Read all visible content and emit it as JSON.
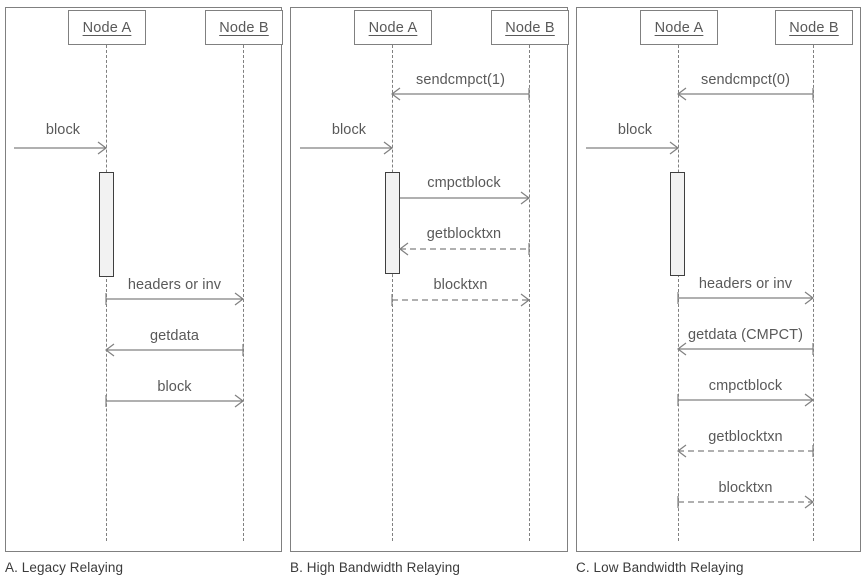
{
  "diagram": {
    "title_present": false,
    "colors": {
      "stroke": "#808080",
      "text": "#595959",
      "caption_text": "#3b3b3b",
      "activation_fill": "#f2f2f2",
      "activation_border": "#3f3f3f",
      "background": "#ffffff"
    },
    "panels": [
      {
        "id": "panel-a",
        "caption": "A. Legacy Relaying",
        "participants": [
          {
            "id": "node-a",
            "label": "Node A"
          },
          {
            "id": "node-b",
            "label": "Node B"
          }
        ],
        "messages": [
          {
            "label": "block",
            "from": "external",
            "to": "node-a",
            "style": "solid",
            "direction": "right"
          },
          {
            "label": "headers or inv",
            "from": "node-a",
            "to": "node-b",
            "style": "solid",
            "direction": "right"
          },
          {
            "label": "getdata",
            "from": "node-b",
            "to": "node-a",
            "style": "solid",
            "direction": "left"
          },
          {
            "label": "block",
            "from": "node-b",
            "to": "node-a",
            "style": "solid",
            "direction": "right"
          }
        ]
      },
      {
        "id": "panel-b",
        "caption": "B. High Bandwidth Relaying",
        "participants": [
          {
            "id": "node-a",
            "label": "Node A"
          },
          {
            "id": "node-b",
            "label": "Node B"
          }
        ],
        "messages": [
          {
            "label": "sendcmpct(1)",
            "from": "node-b",
            "to": "node-a",
            "style": "solid",
            "direction": "left"
          },
          {
            "label": "block",
            "from": "external",
            "to": "node-a",
            "style": "solid",
            "direction": "right"
          },
          {
            "label": "cmpctblock",
            "from": "node-a",
            "to": "node-b",
            "style": "solid",
            "direction": "right"
          },
          {
            "label": "getblocktxn",
            "from": "node-b",
            "to": "node-a",
            "style": "dashed",
            "direction": "left"
          },
          {
            "label": "blocktxn",
            "from": "node-a",
            "to": "node-b",
            "style": "dashed",
            "direction": "right"
          }
        ]
      },
      {
        "id": "panel-c",
        "caption": "C. Low Bandwidth Relaying",
        "participants": [
          {
            "id": "node-a",
            "label": "Node A"
          },
          {
            "id": "node-b",
            "label": "Node B"
          }
        ],
        "messages": [
          {
            "label": "sendcmpct(0)",
            "from": "node-b",
            "to": "node-a",
            "style": "solid",
            "direction": "left"
          },
          {
            "label": "block",
            "from": "external",
            "to": "node-a",
            "style": "solid",
            "direction": "right"
          },
          {
            "label": "headers or inv",
            "from": "node-a",
            "to": "node-b",
            "style": "solid",
            "direction": "right"
          },
          {
            "label": "getdata (CMPCT)",
            "from": "node-b",
            "to": "node-a",
            "style": "solid",
            "direction": "left"
          },
          {
            "label": "cmpctblock",
            "from": "node-a",
            "to": "node-b",
            "style": "solid",
            "direction": "right"
          },
          {
            "label": "getblocktxn",
            "from": "node-b",
            "to": "node-a",
            "style": "dashed",
            "direction": "left"
          },
          {
            "label": "blocktxn",
            "from": "node-a",
            "to": "node-b",
            "style": "dashed",
            "direction": "right"
          }
        ]
      }
    ]
  }
}
